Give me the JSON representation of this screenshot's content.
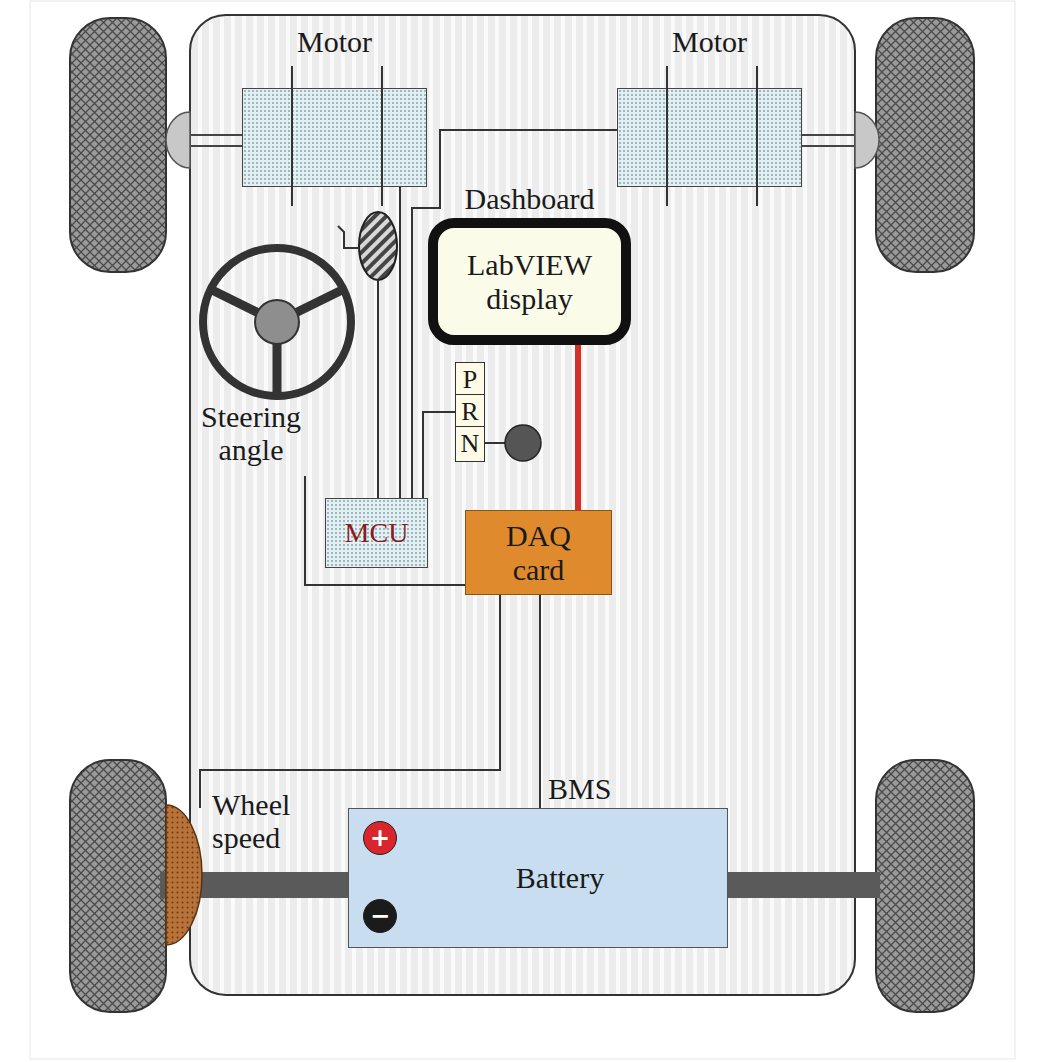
{
  "diagram": {
    "nodes": [
      {
        "text": [
          "Motor"
        ]
      },
      {
        "text": [
          "Motor"
        ]
      },
      {
        "text": [
          "Dashboard",
          "LabVIEW display"
        ]
      },
      {
        "text": [
          "P"
        ]
      },
      {
        "text": [
          "R"
        ]
      },
      {
        "text": [
          "N"
        ]
      },
      {
        "text": [
          "MCU"
        ]
      },
      {
        "text": [
          "DAQ card"
        ]
      },
      {
        "text": [
          "Battery"
        ]
      },
      {
        "text": [
          "+"
        ],
        "in": 8
      },
      {
        "text": [
          "−"
        ],
        "in": 8
      }
    ],
    "edges": [
      {
        "from": 0,
        "to": 6,
        "arrow": "none"
      },
      {
        "from": 1,
        "to": 6,
        "arrow": "none"
      },
      {
        "from": 4,
        "to": 6,
        "arrow": "none"
      },
      {
        "from": 2,
        "to": 7,
        "arrow": "none"
      },
      {
        "from": 7,
        "to": 8,
        "label": "BMS",
        "arrow": "none"
      }
    ],
    "labels": [
      "Steering angle",
      "Wheel speed"
    ]
  }
}
